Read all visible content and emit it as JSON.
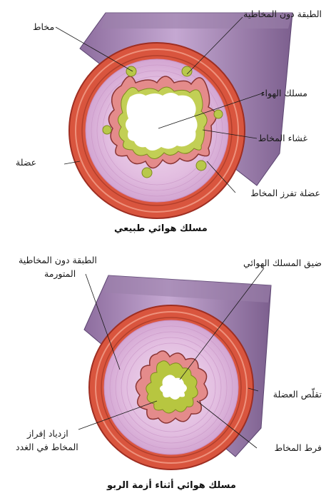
{
  "top": {
    "caption": "مسلك هوائي طبيعي",
    "labels": {
      "submucosa": "الطبقة دون المخاطية",
      "mucus": "مخاط",
      "airway": "مسلك الهواء",
      "mucosa": "غشاء المخاط",
      "muscle": "عضلة",
      "mucus_gland_muscle": "عضلة تفرز المخاط"
    }
  },
  "bottom": {
    "caption": "مسلك هوائي أثناء أزمة الربو",
    "labels": {
      "swollen_submucosa_1": "الطبقة دون المخاطية",
      "swollen_submucosa_2": "المتورمة",
      "airway_narrowing": "ضيق المسلك الهوائي",
      "muscle_contraction": "تقلّص العضلة",
      "gland_oversecretion_1": "ازدياد إفراز",
      "gland_oversecretion_2": "المخاط في الغدد",
      "excess_mucus": "فرط المخاط"
    }
  },
  "colors": {
    "tube_outer": "#8e6f9e",
    "tube_inner": "#c8aed6",
    "muscle": "#d9553e",
    "submucosa": "#e6c2e4",
    "epithelium": "#e48b8b",
    "mucus": "#b8c84a",
    "lumen": "#ffffff"
  }
}
